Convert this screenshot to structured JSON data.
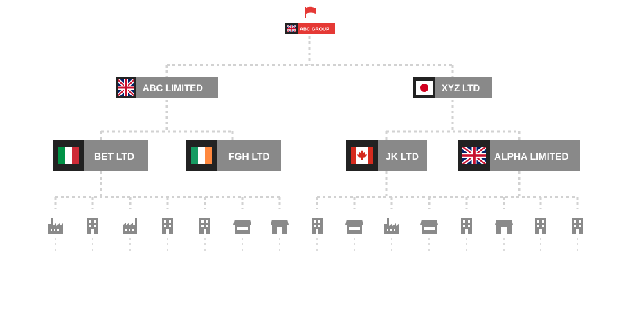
{
  "colors": {
    "box_grey": "#898989",
    "flag_bg": "#222222",
    "root_red": "#e53935",
    "icon_grey": "#8a8a8a",
    "line_grey": "#d2d2d2"
  },
  "root": {
    "label": "ABC GROUP",
    "flag": "uk",
    "marker": "red-flag-icon"
  },
  "level1": [
    {
      "label": "ABC LIMITED",
      "flag": "uk"
    },
    {
      "label": "XYZ LTD",
      "flag": "japan"
    }
  ],
  "level2": [
    {
      "label": "BET LTD",
      "flag": "italy"
    },
    {
      "label": "FGH LTD",
      "flag": "ireland"
    },
    {
      "label": "JK LTD",
      "flag": "canada"
    },
    {
      "label": "ALPHA LIMITED",
      "flag": "uk"
    }
  ],
  "facilities": [
    "factory-icon",
    "office-building-icon",
    "factory-icon",
    "office-building-icon",
    "office-building-icon",
    "store-icon",
    "store-icon",
    "office-building-icon",
    "store-icon",
    "factory-icon",
    "store-icon",
    "office-building-icon",
    "store-icon",
    "office-building-icon",
    "office-building-icon"
  ]
}
